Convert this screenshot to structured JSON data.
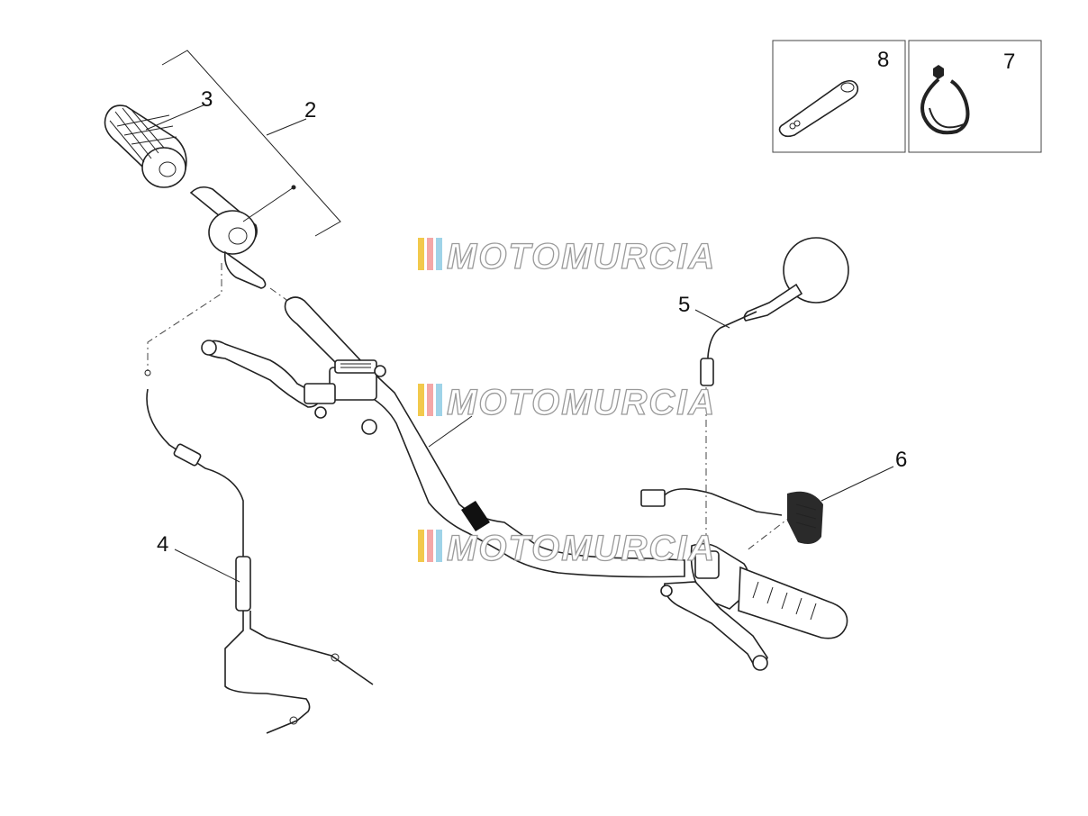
{
  "callouts": {
    "c2": "2",
    "c3": "3",
    "c4": "4",
    "c5": "5",
    "c6": "6",
    "c7": "7",
    "c8": "8"
  },
  "watermark": {
    "text": "MOTOMURCIA",
    "stripe_colors": [
      "#f2c94c",
      "#f4a7a7",
      "#9fd3e8"
    ]
  },
  "icons": [
    "handlebar-grip",
    "throttle-grip",
    "throttle-cable",
    "rear-view-mirror",
    "switch-assembly",
    "cable-tie",
    "rubber-strap",
    "brake-lever",
    "brake-master-cylinder",
    "handlebar"
  ]
}
